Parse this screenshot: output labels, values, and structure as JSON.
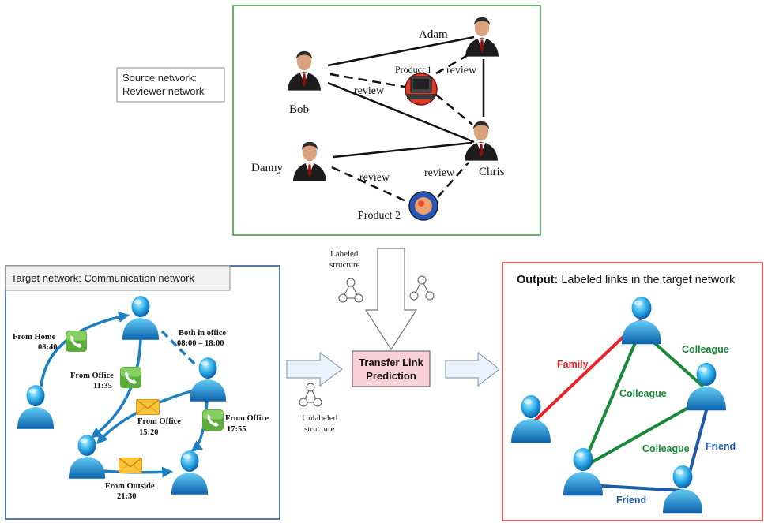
{
  "source": {
    "box_label": [
      "Source network:",
      "Reviewer network"
    ],
    "people": {
      "bob": "Bob",
      "adam": "Adam",
      "chris": "Chris",
      "danny": "Danny"
    },
    "products": {
      "p1": "Product 1",
      "p2": "Product 2"
    },
    "edge_label": "review"
  },
  "target": {
    "title": "Target network: Communication network",
    "labels": {
      "home": [
        "From Home",
        "08:40"
      ],
      "both": [
        "Both in office",
        "08:00 – 18:00"
      ],
      "office1": [
        "From Office",
        "11:35"
      ],
      "office2": [
        "From Office",
        "15:20"
      ],
      "office3": [
        "From Office",
        "17:55"
      ],
      "outside": [
        "From Outside",
        "21:30"
      ]
    }
  },
  "middle": {
    "labeled": [
      "Labeled",
      "structure"
    ],
    "unlabeled": [
      "Unlabeled",
      "structure"
    ],
    "transfer": [
      "Transfer Link",
      "Prediction"
    ]
  },
  "output": {
    "title_bold": "Output:",
    "title_rest": " Labeled links in the target network",
    "links": {
      "family": "Family",
      "colleague1": "Colleague",
      "colleague2": "Colleague",
      "colleague3": "Colleague",
      "friend1": "Friend",
      "friend2": "Friend"
    },
    "colors": {
      "family": "#e8232a",
      "colleague": "#1a8a3a",
      "friend": "#1f5aa6"
    }
  }
}
